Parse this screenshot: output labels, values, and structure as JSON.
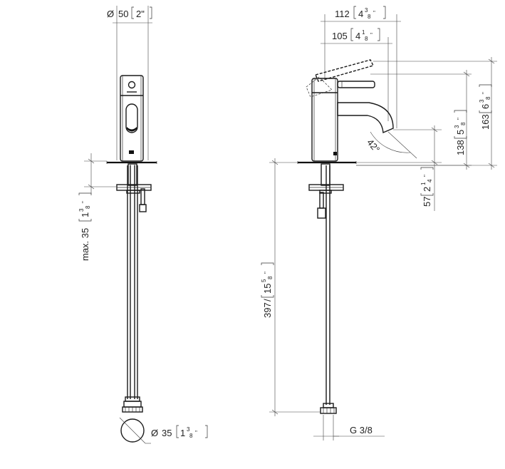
{
  "dimensions": {
    "diameter_top": {
      "symbol": "Ø",
      "value": "50",
      "bracket": "2\""
    },
    "width_112": {
      "value": "112",
      "whole": "4",
      "num": "3",
      "den": "8",
      "suffix": "\""
    },
    "width_105": {
      "value": "105",
      "whole": "4",
      "num": "1",
      "den": "8",
      "suffix": "\""
    },
    "height_163": {
      "value": "163",
      "whole": "6",
      "num": "3",
      "den": "8",
      "suffix": "\""
    },
    "height_138": {
      "value": "138",
      "whole": "5",
      "num": "3",
      "den": "8",
      "suffix": "\""
    },
    "height_57": {
      "value": "57",
      "whole": "2",
      "num": "1",
      "den": "4",
      "suffix": "\""
    },
    "max_35": {
      "prefix": "max. 35",
      "whole": "1",
      "num": "3",
      "den": "8",
      "suffix": "\""
    },
    "height_397": {
      "value": "397",
      "whole": "15",
      "num": "5",
      "den": "8",
      "suffix": "\""
    },
    "angle": {
      "value": "42°"
    },
    "diameter_bottom": {
      "symbol": "Ø",
      "value": "35",
      "whole": "1",
      "num": "3",
      "den": "8",
      "suffix": "\""
    },
    "thread": {
      "value": "G 3/8"
    }
  }
}
